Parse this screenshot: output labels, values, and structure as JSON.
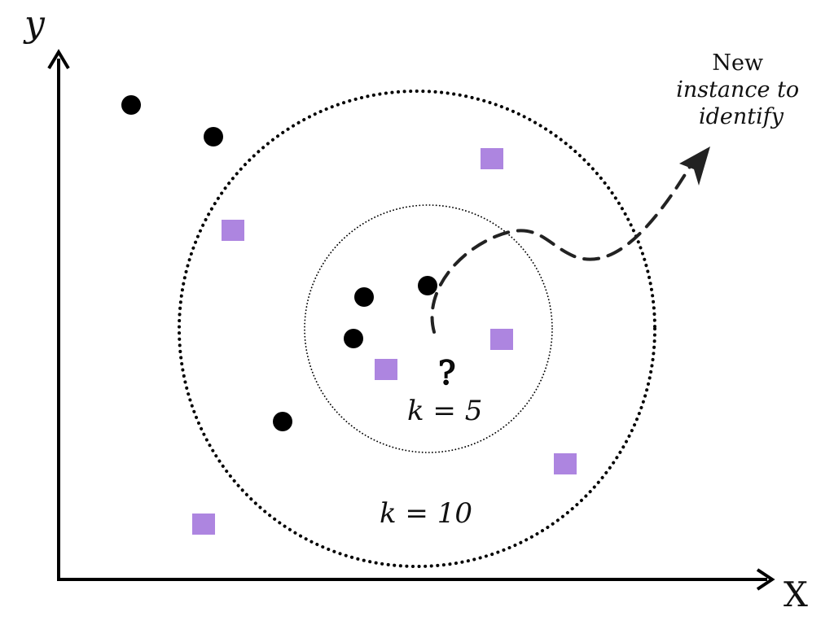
{
  "axes": {
    "x_label": "X",
    "y_label": "y"
  },
  "regions": [
    {
      "id": "inner",
      "label": "k = 5",
      "style": "dotted-thin"
    },
    {
      "id": "outer",
      "label": "k = 10",
      "style": "dotted-thick"
    }
  ],
  "query": {
    "symbol": "?",
    "annotation": "New\ninstance to\nidentify"
  },
  "classes": {
    "circle": {
      "shape": "circle",
      "color": "#000000"
    },
    "square": {
      "shape": "square",
      "color": "#ad85e0"
    }
  }
}
